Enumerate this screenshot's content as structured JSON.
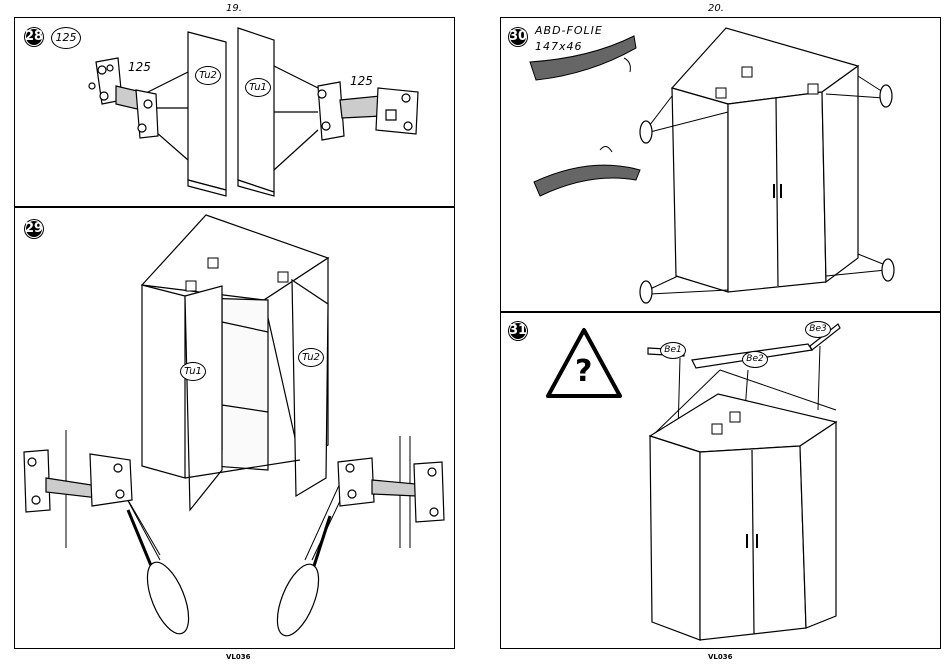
{
  "left_page": {
    "page_number": "19.",
    "footer": "VL036",
    "step_28": {
      "number": "28",
      "hinge_badge": "125",
      "hinge_label_left": "125",
      "hinge_label_right": "125",
      "panel_left": "Tu2",
      "panel_right": "Tu1"
    },
    "step_29": {
      "number": "29",
      "door_left": "Tu1",
      "door_right": "Tu2"
    }
  },
  "right_page": {
    "page_number": "20.",
    "footer": "VL036",
    "step_30": {
      "number": "30",
      "foil_label": "ABD-FOLIE",
      "foil_size": "147x46"
    },
    "step_31": {
      "number": "31",
      "warning_symbol": "?",
      "part_1": "Be1",
      "part_2": "Be2",
      "part_3": "Be3"
    }
  },
  "icons": [
    "question-warning-icon",
    "screwdriver-icon",
    "hinge-icon",
    "wall-bracket-icon"
  ]
}
